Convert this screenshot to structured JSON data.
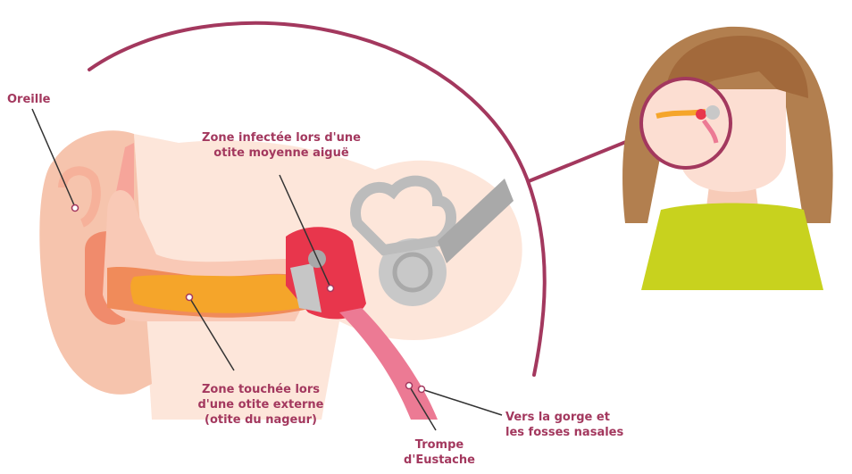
{
  "labels": {
    "oreille": "Oreille",
    "zone_moyenne": [
      "Zone infectée lors d'une",
      "otite moyenne aiguë"
    ],
    "zone_externe": [
      "Zone touchée lors",
      "d'une otite externe",
      "(otite du nageur)"
    ],
    "trompe": [
      "Trompe",
      "d'Eustache"
    ],
    "gorge": [
      "Vers la gorge et",
      "les fosses nasales"
    ]
  },
  "colors": {
    "accent": "#a3385e",
    "skin_light": "#fde3d6",
    "skin": "#f9c7b0",
    "ear_canal": "#f59b2a",
    "infection": "#e8364c",
    "bone": "#c8c8c8",
    "hair": "#b27f4f",
    "shirt": "#c8d21e"
  }
}
